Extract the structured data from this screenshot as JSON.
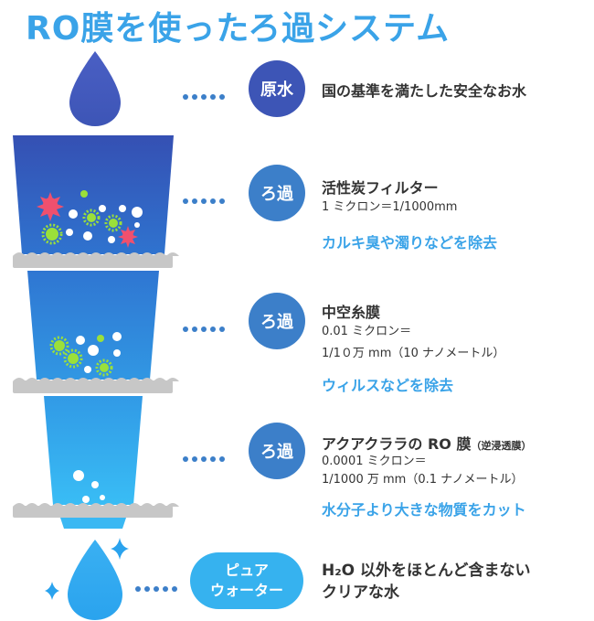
{
  "title": "RO膜を使ったろ過システム",
  "stages": [
    {
      "badge": "原水",
      "heading": "国の基準を満たした安全なお水"
    },
    {
      "badge": "ろ過",
      "heading": "活性炭フィルター",
      "line1": "1 ミクロン＝1/1000mm",
      "highlight": "カルキ臭や濁りなどを除去"
    },
    {
      "badge": "ろ過",
      "heading": "中空糸膜",
      "line1": "0.01 ミクロン＝",
      "line2": "1/1０万 mm（10 ナノメートル）",
      "highlight": "ウィルスなどを除去"
    },
    {
      "badge": "ろ過",
      "heading": "アクアクララの RO 膜",
      "heading_note": "（逆浸透膜）",
      "line1": "0.0001 ミクロン＝",
      "line2": "1/1000 万 mm（0.1 ナノメートル）",
      "highlight": "水分子より大きな物質をカット"
    },
    {
      "badge_line1": "ピュア",
      "badge_line2": "ウォーター",
      "heading_line1": "H₂O 以外をほとんど含まない",
      "heading_line2": "クリアな水"
    }
  ],
  "colors": {
    "title": "#3aa3e8",
    "dark_badge": "#3d55b6",
    "mid_badge": "#3c7fc9",
    "pure_badge": "#36b2ef",
    "highlight": "#3aa3e8",
    "filter_plate": "#c7c7c7",
    "red_particle": "#f0506e",
    "green_particle": "#9be03a"
  },
  "icons": [
    "water-drop-icon",
    "sparkle-icon"
  ]
}
